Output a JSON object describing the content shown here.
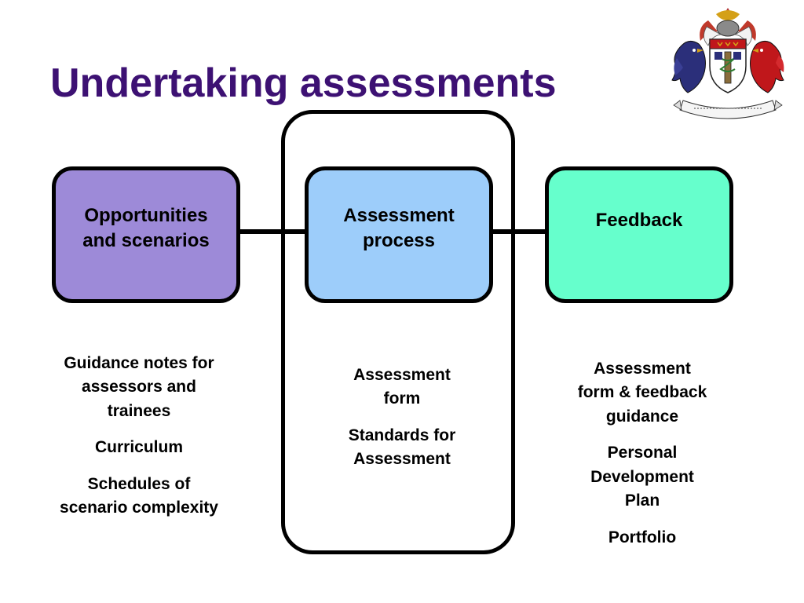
{
  "slide": {
    "title": "Undertaking assessments"
  },
  "crest": {
    "icon": "coat-of-arms-crest",
    "motto": "SERVE TO HEAL"
  },
  "boxes": {
    "opportunities": {
      "line1": "Opportunities",
      "line2": "and scenarios",
      "color": "#9d8ad8"
    },
    "process": {
      "line1": "Assessment",
      "line2": "process",
      "color": "#9dcdfa"
    },
    "feedback": {
      "line1": "Feedback",
      "color": "#66ffcc"
    }
  },
  "lists": {
    "left": {
      "guidance": [
        "Guidance notes for",
        "assessors and",
        "trainees"
      ],
      "curriculum": "Curriculum",
      "schedules": [
        "Schedules of",
        "scenario complexity"
      ]
    },
    "middle": {
      "form": [
        "Assessment",
        "form"
      ],
      "standards": [
        "Standards for",
        "Assessment"
      ]
    },
    "right": {
      "form": [
        "Assessment",
        "form & feedback",
        "guidance"
      ],
      "pdp": [
        "Personal",
        "Development",
        "Plan"
      ],
      "portfolio": "Portfolio"
    }
  },
  "colors": {
    "title": "#3d1173",
    "outline": "#000000"
  }
}
